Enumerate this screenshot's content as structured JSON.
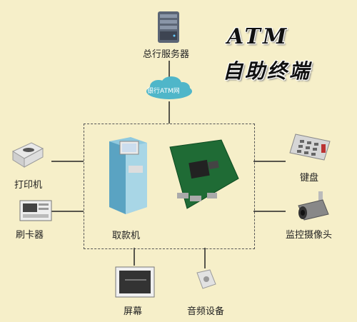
{
  "title": {
    "line1": "ATM",
    "line2": "自助终端"
  },
  "network": {
    "label": "银行ATM网"
  },
  "nodes": {
    "server": "总行服务器",
    "printer": "打印机",
    "card_reader": "刷卡器",
    "atm": "取款机",
    "screen": "屏幕",
    "audio": "音频设备",
    "keypad": "键盘",
    "camera": "监控摄像头"
  },
  "colors": {
    "background": "#f6efc9",
    "cloud": "#4fb6c9",
    "line": "#222222",
    "atm_body": "#7fc3dc"
  }
}
